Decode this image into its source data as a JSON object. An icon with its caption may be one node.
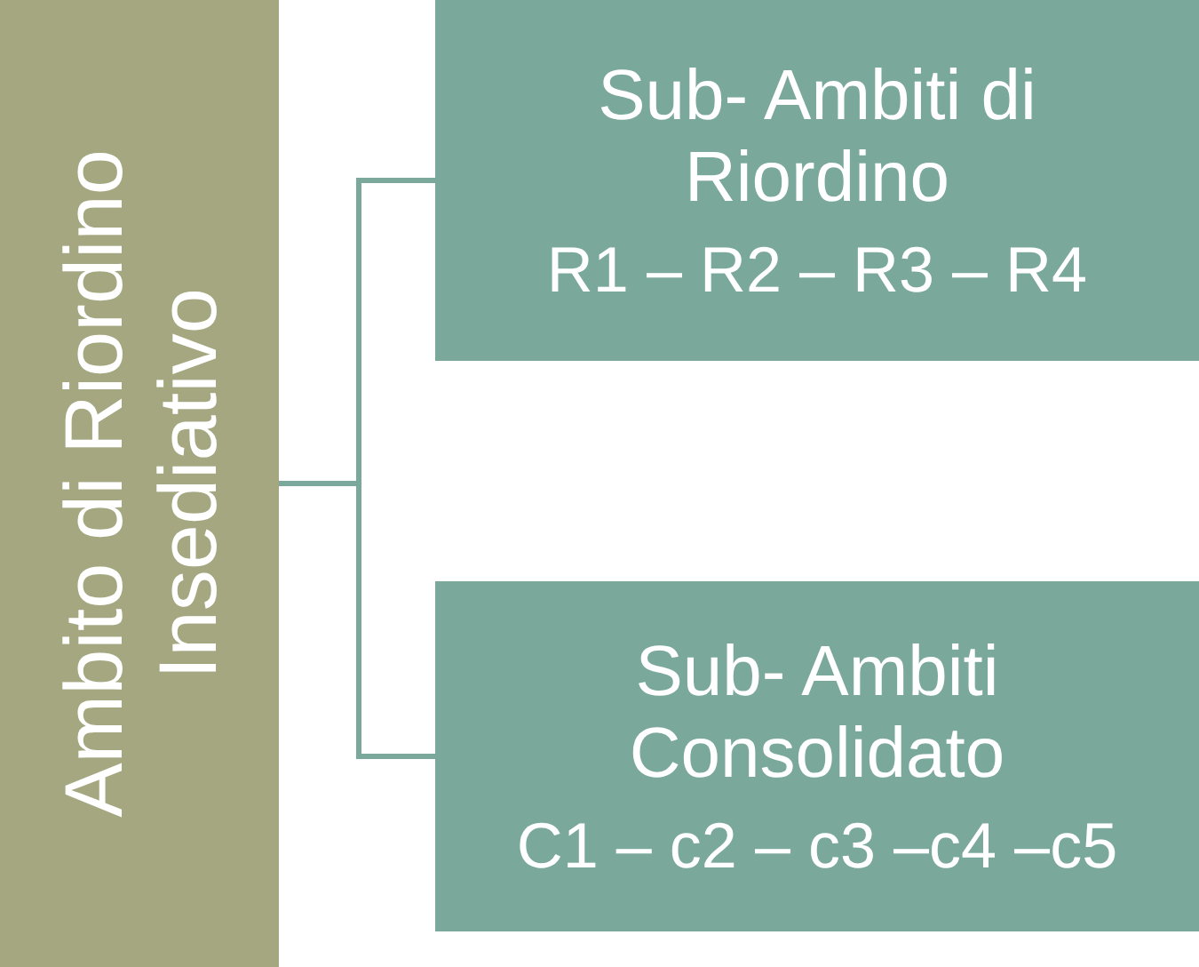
{
  "diagram": {
    "nodes": [
      {
        "text": [
          "Ambito di Riordino Insediativo"
        ]
      },
      {
        "text": [
          "Sub- Ambiti di Riordino",
          "R1 – R2 – R3 – R4"
        ]
      },
      {
        "text": [
          "Sub- Ambiti Consolidato",
          "C1 – c2 – c3 –c4 –c5"
        ]
      }
    ],
    "edges": [
      {
        "from": 0,
        "to": 1,
        "arrow": "none"
      },
      {
        "from": 0,
        "to": 2,
        "arrow": "none"
      }
    ]
  }
}
